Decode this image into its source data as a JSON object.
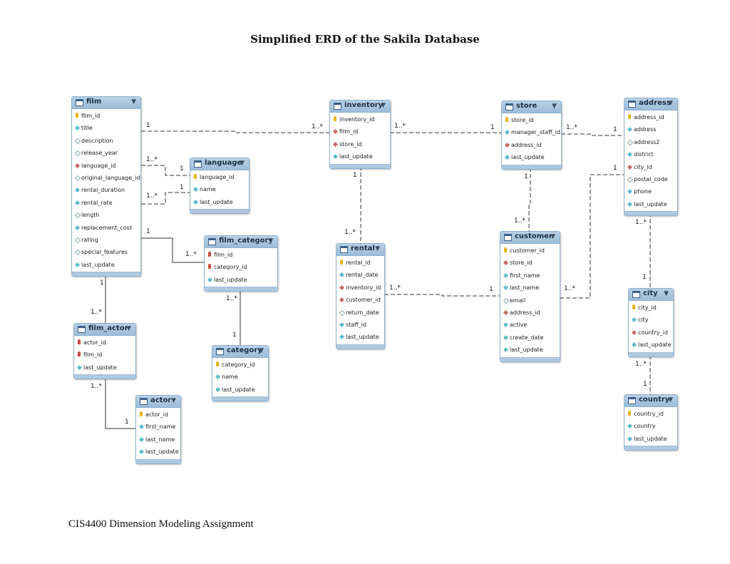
{
  "title": "Simplified ERD of the Sakila Database",
  "footer": "CIS4400 Dimension Modeling Assignment",
  "tables": {
    "film": {
      "name": "film",
      "columns": [
        {
          "name": "film_id",
          "kind": "pk"
        },
        {
          "name": "title",
          "kind": "col"
        },
        {
          "name": "description",
          "kind": "nul"
        },
        {
          "name": "release_year",
          "kind": "nul"
        },
        {
          "name": "language_id",
          "kind": "fk"
        },
        {
          "name": "original_language_id",
          "kind": "nul"
        },
        {
          "name": "rental_duration",
          "kind": "col"
        },
        {
          "name": "rental_rate",
          "kind": "col"
        },
        {
          "name": "length",
          "kind": "nul"
        },
        {
          "name": "replacement_cost",
          "kind": "col"
        },
        {
          "name": "rating",
          "kind": "nul"
        },
        {
          "name": "special_features",
          "kind": "nul"
        },
        {
          "name": "last_update",
          "kind": "col"
        }
      ]
    },
    "language": {
      "name": "language",
      "columns": [
        {
          "name": "language_id",
          "kind": "pk"
        },
        {
          "name": "name",
          "kind": "col"
        },
        {
          "name": "last_update",
          "kind": "col"
        }
      ]
    },
    "film_category": {
      "name": "film_category",
      "columns": [
        {
          "name": "film_id",
          "kind": "pkfk"
        },
        {
          "name": "category_id",
          "kind": "pkfk"
        },
        {
          "name": "last_update",
          "kind": "col"
        }
      ]
    },
    "category": {
      "name": "category",
      "columns": [
        {
          "name": "category_id",
          "kind": "pk"
        },
        {
          "name": "name",
          "kind": "col"
        },
        {
          "name": "last_update",
          "kind": "col"
        }
      ]
    },
    "film_actor": {
      "name": "film_actor",
      "columns": [
        {
          "name": "actor_id",
          "kind": "pkfk"
        },
        {
          "name": "film_id",
          "kind": "pkfk"
        },
        {
          "name": "last_update",
          "kind": "col"
        }
      ]
    },
    "actor": {
      "name": "actor",
      "columns": [
        {
          "name": "actor_id",
          "kind": "pk"
        },
        {
          "name": "first_name",
          "kind": "col"
        },
        {
          "name": "last_name",
          "kind": "col"
        },
        {
          "name": "last_update",
          "kind": "col"
        }
      ]
    },
    "inventory": {
      "name": "inventory",
      "columns": [
        {
          "name": "inventory_id",
          "kind": "pk"
        },
        {
          "name": "film_id",
          "kind": "fk"
        },
        {
          "name": "store_id",
          "kind": "fk"
        },
        {
          "name": "last_update",
          "kind": "col"
        }
      ]
    },
    "rental": {
      "name": "rental",
      "columns": [
        {
          "name": "rental_id",
          "kind": "pk"
        },
        {
          "name": "rental_date",
          "kind": "col"
        },
        {
          "name": "inventory_id",
          "kind": "fk"
        },
        {
          "name": "customer_id",
          "kind": "fk"
        },
        {
          "name": "return_date",
          "kind": "nul"
        },
        {
          "name": "staff_id",
          "kind": "col"
        },
        {
          "name": "last_update",
          "kind": "col"
        }
      ]
    },
    "store": {
      "name": "store",
      "columns": [
        {
          "name": "store_id",
          "kind": "pk"
        },
        {
          "name": "manager_staff_id",
          "kind": "col"
        },
        {
          "name": "address_id",
          "kind": "fk"
        },
        {
          "name": "last_update",
          "kind": "col"
        }
      ]
    },
    "customer": {
      "name": "customer",
      "columns": [
        {
          "name": "customer_id",
          "kind": "pk"
        },
        {
          "name": "store_id",
          "kind": "fk"
        },
        {
          "name": "first_name",
          "kind": "col"
        },
        {
          "name": "last_name",
          "kind": "col"
        },
        {
          "name": "email",
          "kind": "nul"
        },
        {
          "name": "address_id",
          "kind": "fk"
        },
        {
          "name": "active",
          "kind": "col"
        },
        {
          "name": "create_date",
          "kind": "col"
        },
        {
          "name": "last_update",
          "kind": "col"
        }
      ]
    },
    "address": {
      "name": "address",
      "columns": [
        {
          "name": "address_id",
          "kind": "pk"
        },
        {
          "name": "address",
          "kind": "col"
        },
        {
          "name": "address2",
          "kind": "nul"
        },
        {
          "name": "district",
          "kind": "col"
        },
        {
          "name": "city_id",
          "kind": "fk"
        },
        {
          "name": "postal_code",
          "kind": "nul"
        },
        {
          "name": "phone",
          "kind": "col"
        },
        {
          "name": "last_update",
          "kind": "col"
        }
      ]
    },
    "city": {
      "name": "city",
      "columns": [
        {
          "name": "city_id",
          "kind": "pk"
        },
        {
          "name": "city",
          "kind": "col"
        },
        {
          "name": "country_id",
          "kind": "fk"
        },
        {
          "name": "last_update",
          "kind": "col"
        }
      ]
    },
    "country": {
      "name": "country",
      "columns": [
        {
          "name": "country_id",
          "kind": "pk"
        },
        {
          "name": "country",
          "kind": "col"
        },
        {
          "name": "last_update",
          "kind": "col"
        }
      ]
    }
  },
  "cardinality": {
    "one": "1",
    "many": "1..*"
  }
}
